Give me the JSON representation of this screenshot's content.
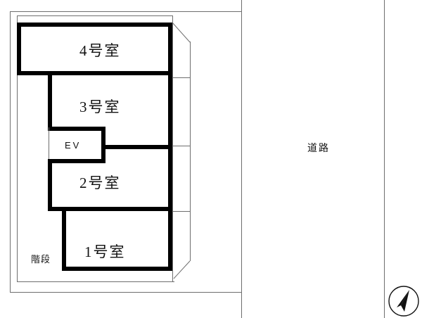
{
  "plan": {
    "type": "building-floor-plan",
    "units": [
      {
        "id": "room4",
        "label": "4号室"
      },
      {
        "id": "room3",
        "label": "3号室"
      },
      {
        "id": "room2",
        "label": "2号室"
      },
      {
        "id": "room1",
        "label": "1号室"
      }
    ],
    "facilities": [
      {
        "id": "elevator",
        "label": "EV"
      },
      {
        "id": "stairs",
        "label": "階段"
      }
    ],
    "surroundings": [
      {
        "id": "road",
        "label": "道路"
      }
    ],
    "compass": {
      "name": "north-arrow",
      "direction": "north"
    },
    "colors": {
      "wall": "#000000",
      "site_line": "#6e6e6e",
      "background": "#ffffff",
      "text": "#111111"
    }
  }
}
